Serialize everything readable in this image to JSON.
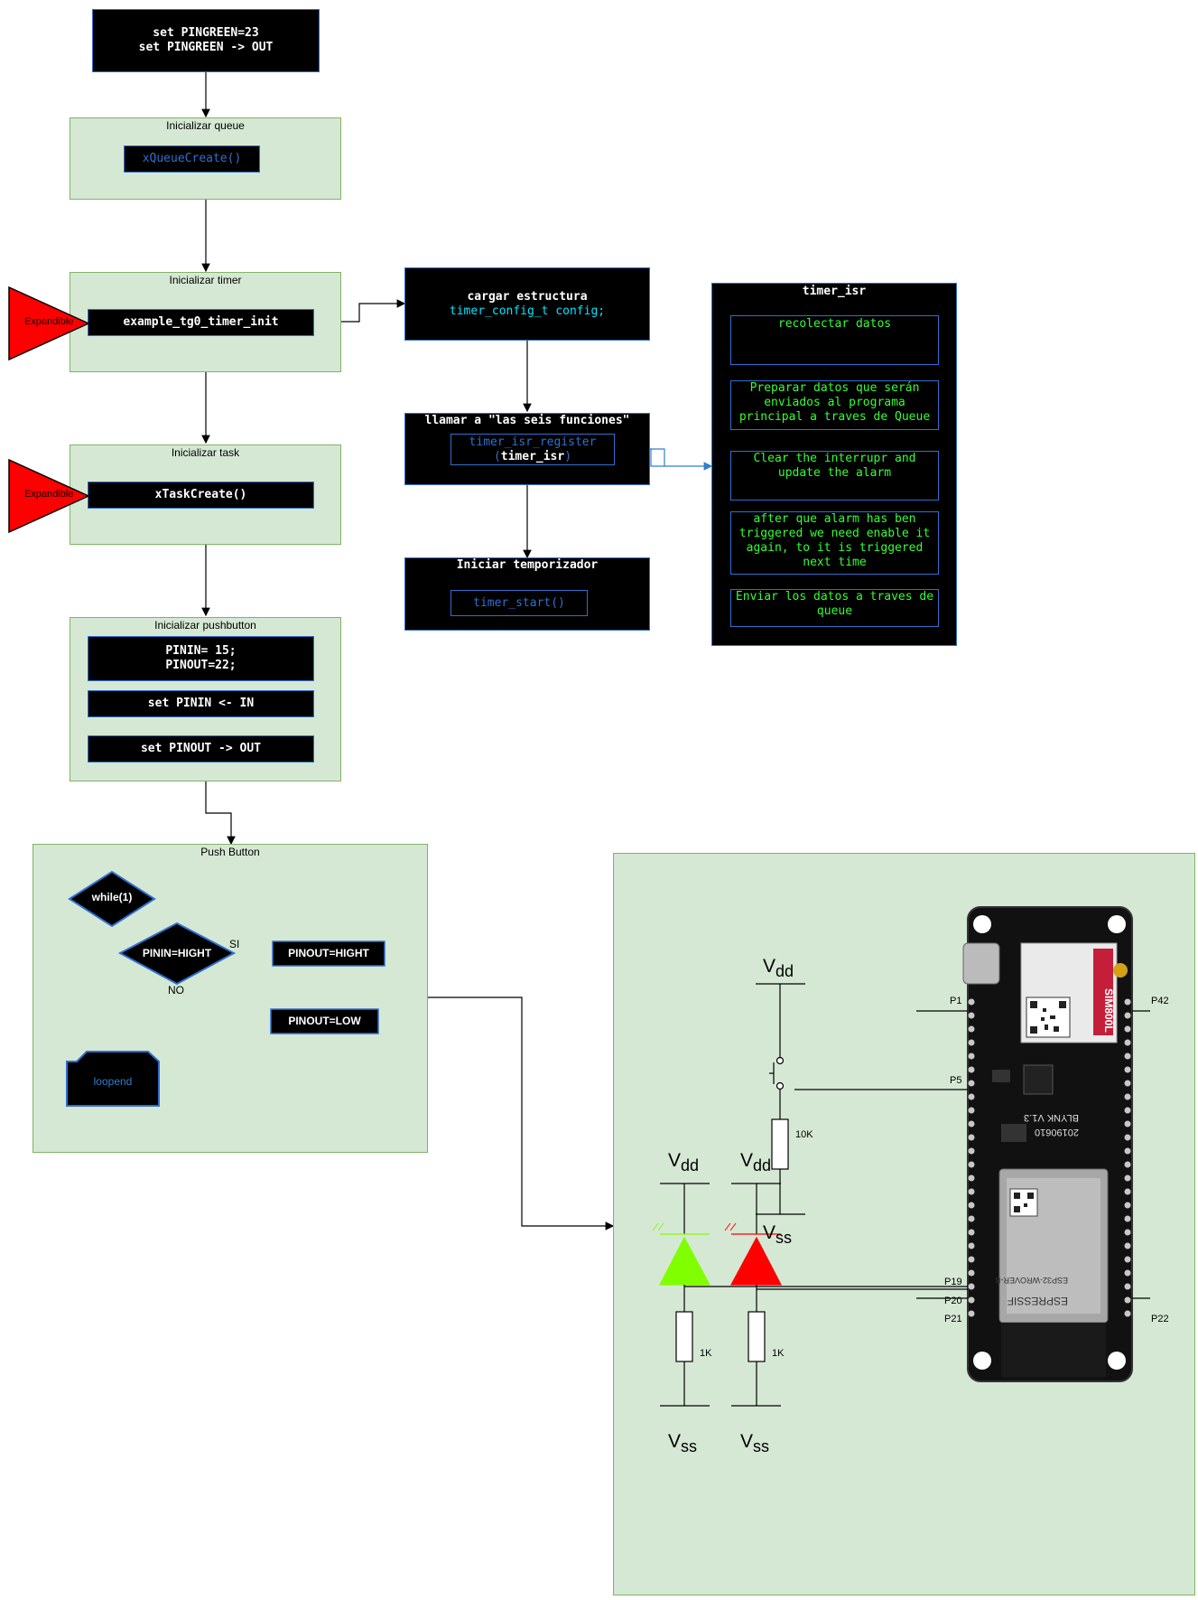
{
  "start_block": {
    "line1": "set PINGREEN=23",
    "line2": "set PINGREEN -> OUT"
  },
  "queue_group": {
    "title": "Inicializar queue",
    "call": "xQueueCreate()"
  },
  "timer_group": {
    "title": "Inicializar timer",
    "call": "example_tg0_timer_init",
    "expand_label": "Expandible"
  },
  "task_group": {
    "title": "Inicializar task",
    "call": "xTaskCreate()",
    "expand_label": "Expandible"
  },
  "pushbutton_group": {
    "title": "Inicializar pushbutton",
    "pins_line1": "PININ= 15;",
    "pins_line2": "PINOUT=22;",
    "set_in": "set PININ <- IN",
    "set_out": "set PINOUT -> OUT"
  },
  "load_struct": {
    "line1": "cargar estructura",
    "line2": "timer_config_t config;"
  },
  "six_functions": {
    "title": "llamar a \"las seis funciones\"",
    "register": "timer_isr_register",
    "paren_open": "(",
    "isr_arg": "timer_isr",
    "paren_close": ")"
  },
  "start_timer": {
    "title": "Iniciar temporizador",
    "call": "timer_start()"
  },
  "timer_isr": {
    "title": "timer_isr",
    "steps": [
      "recolectar datos",
      "Preparar datos que serán enviados al programa principal a traves de Queue",
      "Clear the interrupr and update the alarm",
      "after que alarm has ben triggered we need enable it again, to it is triggered next time",
      "Enviar los datos a traves de queue"
    ]
  },
  "push_button": {
    "title": "Push Button",
    "loop": "while(1)",
    "condition": "PININ=HIGHT",
    "yes_label": "SI",
    "no_label": "NO",
    "set_high": "PINOUT=HIGHT",
    "set_low": "PINOUT=LOW",
    "loop_end": "loopend"
  },
  "circuit": {
    "vdd_main": "V",
    "vdd_sub": "dd",
    "vss_main": "V",
    "vss_sub": "ss",
    "r_pull": "10K",
    "r_led": "1K",
    "pins": {
      "p1": "P1",
      "p5": "P5",
      "p19": "P19",
      "p20": "P20",
      "p21": "P21",
      "p22": "P22",
      "p42": "P42"
    },
    "board_texts": {
      "module": "SIM800L",
      "board": "BLYNK V1.3",
      "date": "20190610",
      "wifi": "ESP32-WROVER-B",
      "brand": "ESPRESSIF"
    },
    "led_colors": {
      "green": "#80ff00",
      "red": "#ff0000"
    }
  },
  "colors": {
    "group_fill": "#d5e8d4",
    "group_stroke": "#82b366",
    "block_border": "#2f6fd0",
    "triangle": "#ff0000",
    "isr_text": "#33ff33"
  }
}
